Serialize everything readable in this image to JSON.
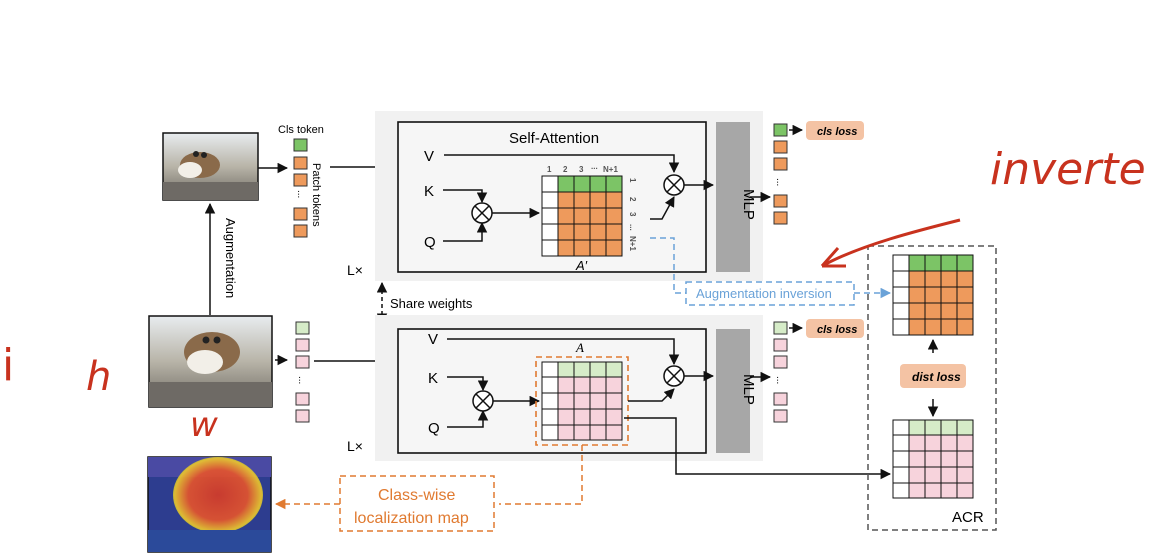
{
  "top_branch": {
    "cls_token_label": "Cls token",
    "patch_tokens_label": "Patch tokens",
    "ellipsis": "...",
    "self_attention_title": "Self-Attention",
    "v": "V",
    "k": "K",
    "q": "Q",
    "matrix_col_labels": [
      "1",
      "2",
      "3",
      "...",
      "N+1"
    ],
    "matrix_row_labels": [
      "1",
      "2",
      "3",
      "...",
      "N+1"
    ],
    "matrix_label": "A′",
    "layer_label": "L×",
    "mlp": "MLP",
    "cls_loss": "cls loss"
  },
  "augmentation_label": "Augmentation",
  "share_weights_label": "Share weights",
  "augmentation_inversion_label": "Augmentation inversion",
  "bottom_branch": {
    "v": "V",
    "k": "K",
    "q": "Q",
    "matrix_label": "A",
    "layer_label": "L×",
    "mlp": "MLP",
    "cls_loss": "cls loss",
    "ellipsis": "..."
  },
  "localization_label_line1": "Class-wise",
  "localization_label_line2": "localization map",
  "acr": {
    "label": "ACR",
    "dist_loss": "dist loss"
  },
  "handwriting": {
    "invert": "inverte",
    "i": "i",
    "h": "h",
    "w": "w"
  },
  "colors": {
    "green": "#7cc466",
    "orange": "#ee9a5c",
    "pink": "#f7d3dc",
    "light_green": "#d6ecc8",
    "gray_block": "#a7a7a7",
    "loss_fill": "#f4c3a4",
    "blue_dashed": "#6aa2d8",
    "orange_dashed": "#e07a30",
    "ink_red": "#c8321e"
  }
}
